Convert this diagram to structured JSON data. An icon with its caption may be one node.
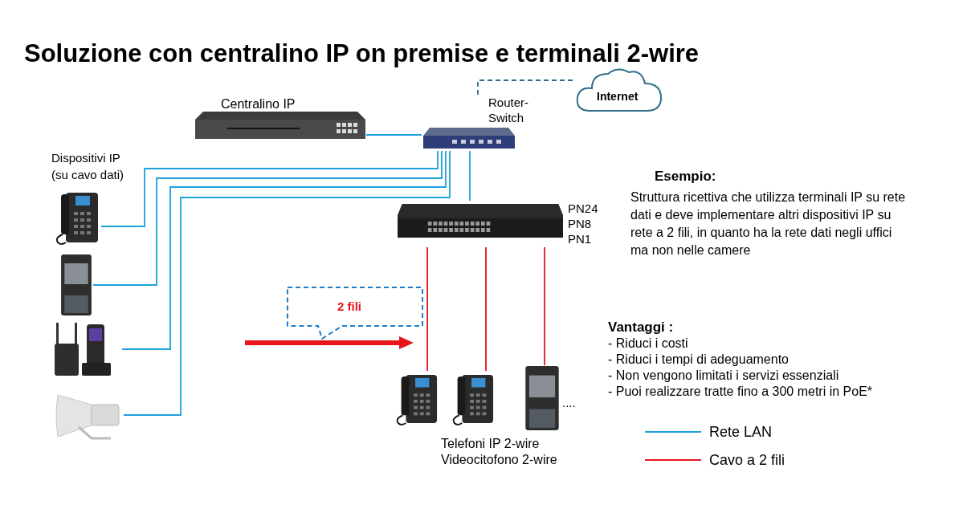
{
  "diagram": {
    "title": "Soluzione con centralino IP on premise e terminali 2-wire",
    "nodes": [
      {
        "text": [
          "Centralino IP"
        ]
      },
      {
        "text": [
          "Router-Switch"
        ]
      },
      {
        "text": [
          "Internet"
        ]
      },
      {
        "text": [],
        "shape": "picture"
      },
      {
        "text": [],
        "shape": "picture"
      },
      {
        "text": [],
        "shape": "picture"
      },
      {
        "text": [],
        "shape": "picture"
      },
      {
        "text": [],
        "shape": "picture",
        "beside": [
          "PN24",
          "PN8",
          "PN1"
        ]
      },
      {
        "text": [],
        "shape": "picture"
      },
      {
        "text": [],
        "shape": "picture"
      },
      {
        "text": [],
        "shape": "picture",
        "beside": [
          "...."
        ]
      },
      {
        "text": [
          "2 fili"
        ]
      }
    ],
    "edges": [
      {
        "from": 0,
        "to": 1,
        "arrow": "none"
      },
      {
        "from": 1,
        "to": 2,
        "arrow": "none",
        "style": "dashed",
        "color": "#2f6d8c"
      },
      {
        "from": 1,
        "to": 3,
        "arrow": "none"
      },
      {
        "from": 1,
        "to": 4,
        "arrow": "none"
      },
      {
        "from": 1,
        "to": 5,
        "arrow": "none"
      },
      {
        "from": 1,
        "to": 6,
        "arrow": "none"
      },
      {
        "from": 1,
        "to": 7,
        "arrow": "none"
      },
      {
        "from": 7,
        "to": 8,
        "arrow": "none",
        "color": "#e8141c"
      },
      {
        "from": 7,
        "to": 9,
        "arrow": "none",
        "color": "#e8141c"
      },
      {
        "from": 7,
        "to": 10,
        "arrow": "none",
        "color": "#e8141c"
      }
    ],
    "labels": [
      "Dispositivi IP (su cavo dati)",
      "Esempio:",
      "Struttura ricettiva che utilizza terminali IP su rete dati e deve implementare altri dispositivi IP su rete a 2 fili, in quanto ha la rete dati negli uffici ma non nelle camere",
      "Vantaggi :",
      "- Riduci i costi",
      "- Riduci i tempi di adeguamento",
      "- Non vengono limitati i servizi essenziali",
      "- Puoi realizzare tratte fino a 300 metri in PoE*",
      "Telefoni IP 2-wire",
      "Videocitofono 2-wire"
    ],
    "legend": [
      {
        "text": "Rete LAN",
        "color": "#1ba1dc"
      },
      {
        "text": "Cavo a 2 fili",
        "color": "#e8141c"
      }
    ]
  }
}
